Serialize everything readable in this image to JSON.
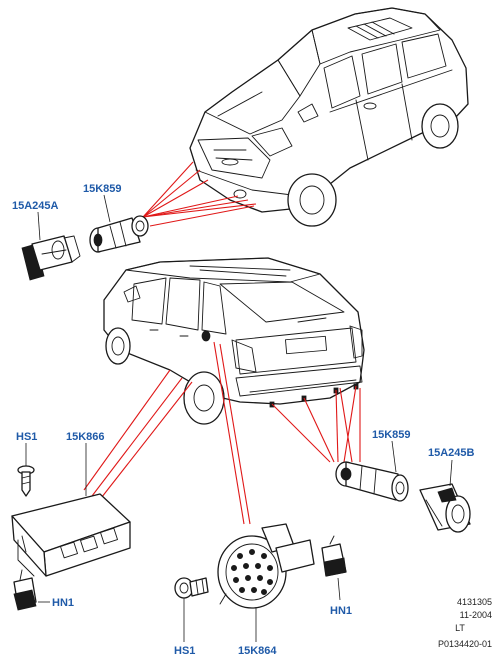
{
  "labels": {
    "front_bracket": "15A245A",
    "front_sensor": "15K859",
    "rear_sensor": "15K859",
    "rear_bracket": "15A245B",
    "module": "15K866",
    "module_screw": "HS1",
    "module_clip": "HN1",
    "sounder": "15K864",
    "sounder_screw": "HS1",
    "sounder_nut": "HN1"
  },
  "reference": {
    "number": "4131305",
    "date": "11-2004",
    "code": "LT",
    "drawing_id": "P0134420-01"
  },
  "colors": {
    "label_blue": "#1f5aa8",
    "callout_red": "#e01818",
    "line_black": "#1a1a1a"
  }
}
